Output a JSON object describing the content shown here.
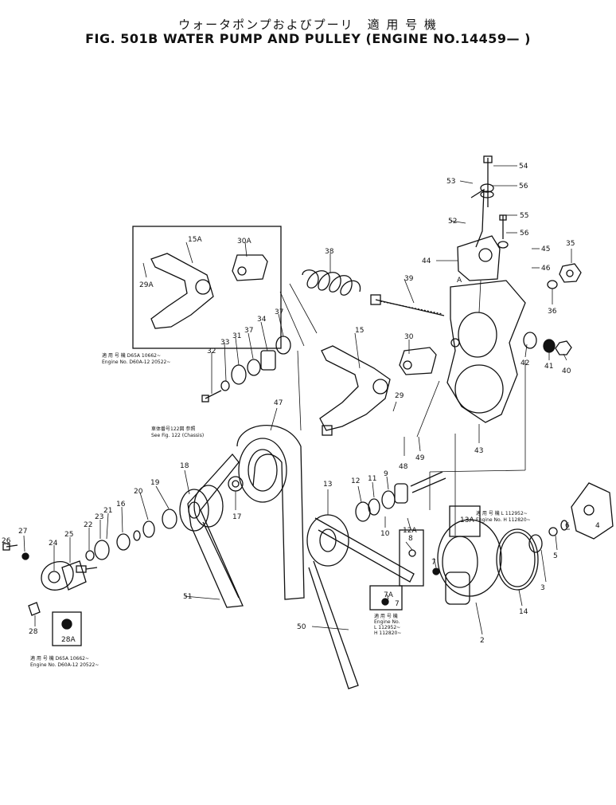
{
  "title_jp": "ウォータポンプおよびプーリ　適 用 号 機",
  "title_en": "FIG. 501B  WATER PUMP AND PULLEY (ENGINE NO.14459— )",
  "part_labels": [
    {
      "id": "p54",
      "text": "54"
    },
    {
      "id": "p53",
      "text": "53"
    },
    {
      "id": "p56a",
      "text": "56"
    },
    {
      "id": "p52",
      "text": "52"
    },
    {
      "id": "p55",
      "text": "55"
    },
    {
      "id": "p56b",
      "text": "56"
    },
    {
      "id": "p45",
      "text": "45"
    },
    {
      "id": "p35",
      "text": "35"
    },
    {
      "id": "p44",
      "text": "44"
    },
    {
      "id": "p46",
      "text": "46"
    },
    {
      "id": "pA",
      "text": "A"
    },
    {
      "id": "p36",
      "text": "36"
    },
    {
      "id": "p38",
      "text": "38"
    },
    {
      "id": "p39",
      "text": "39"
    },
    {
      "id": "p15A",
      "text": "15A"
    },
    {
      "id": "p30A",
      "text": "30A"
    },
    {
      "id": "p29A",
      "text": "29A"
    },
    {
      "id": "p37a",
      "text": "37"
    },
    {
      "id": "p34",
      "text": "34"
    },
    {
      "id": "p31",
      "text": "31"
    },
    {
      "id": "p37b",
      "text": "37"
    },
    {
      "id": "p33",
      "text": "33"
    },
    {
      "id": "p32",
      "text": "32"
    },
    {
      "id": "p15",
      "text": "15"
    },
    {
      "id": "p30",
      "text": "30"
    },
    {
      "id": "p42",
      "text": "42"
    },
    {
      "id": "p41",
      "text": "41"
    },
    {
      "id": "p40",
      "text": "40"
    },
    {
      "id": "p29",
      "text": "29"
    },
    {
      "id": "p47",
      "text": "47"
    },
    {
      "id": "p48",
      "text": "48"
    },
    {
      "id": "p49",
      "text": "49"
    },
    {
      "id": "p43",
      "text": "43"
    },
    {
      "id": "p18",
      "text": "18"
    },
    {
      "id": "p13",
      "text": "13"
    },
    {
      "id": "p12",
      "text": "12"
    },
    {
      "id": "p11",
      "text": "11"
    },
    {
      "id": "p9",
      "text": "9"
    },
    {
      "id": "p17",
      "text": "17"
    },
    {
      "id": "p20",
      "text": "20"
    },
    {
      "id": "p19",
      "text": "19"
    },
    {
      "id": "p10",
      "text": "10"
    },
    {
      "id": "p12A",
      "text": "12A"
    },
    {
      "id": "p13A",
      "text": "13A"
    },
    {
      "id": "p16",
      "text": "16"
    },
    {
      "id": "p21",
      "text": "21"
    },
    {
      "id": "p23",
      "text": "23"
    },
    {
      "id": "p22",
      "text": "22"
    },
    {
      "id": "p27",
      "text": "27"
    },
    {
      "id": "p25",
      "text": "25"
    },
    {
      "id": "p26",
      "text": "26"
    },
    {
      "id": "p24",
      "text": "24"
    },
    {
      "id": "p51",
      "text": "51"
    },
    {
      "id": "p8",
      "text": "8"
    },
    {
      "id": "p7A",
      "text": "7A"
    },
    {
      "id": "p7a",
      "text": "7"
    },
    {
      "id": "p7b",
      "text": "7"
    },
    {
      "id": "p4",
      "text": "4"
    },
    {
      "id": "p6",
      "text": "6"
    },
    {
      "id": "p5",
      "text": "5"
    },
    {
      "id": "p3",
      "text": "3"
    },
    {
      "id": "p14",
      "text": "14"
    },
    {
      "id": "p2",
      "text": "2"
    },
    {
      "id": "p50",
      "text": "50"
    },
    {
      "id": "p28",
      "text": "28"
    },
    {
      "id": "p28A",
      "text": "28A"
    }
  ],
  "notes": {
    "n_upper_jp": "適 用 号 機  D65A   10662~",
    "n_upper_en": "Engine No. D60A-12 20522~",
    "n_chassis_jp": "車体番号122図 参照",
    "n_chassis_en": "See Fig. 122 (Chassis)",
    "n_13a_jp": "適 用 号 機   L 112952~",
    "n_13a_en": "Engine No.   H 112820~",
    "n_7a_jp": "適 用 号 機",
    "n_7a_en": "Engine No.",
    "n_7a_l": "L 112952~",
    "n_7a_h": "H 112820~",
    "n_lower_jp": "適 用 号 機  D65A   10662~",
    "n_lower_en": "Engine No. D60A-12 20522~"
  }
}
